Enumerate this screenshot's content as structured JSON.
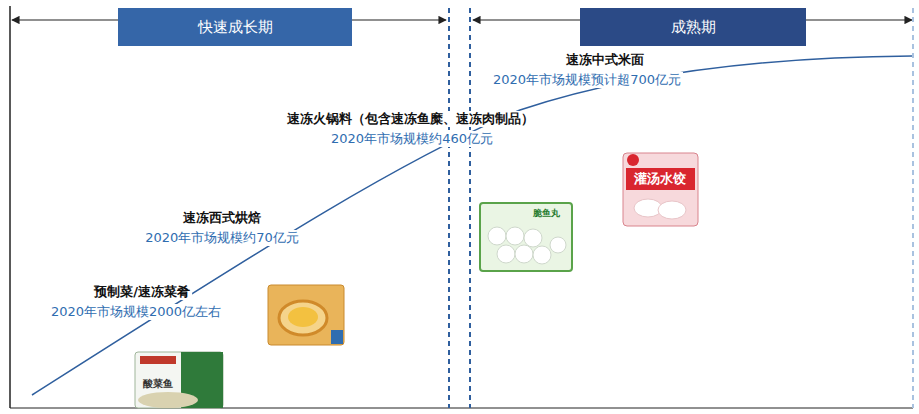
{
  "diagram": {
    "nodes": [
      {
        "text": [
          "快速成长期"
        ]
      },
      {
        "text": [
          "成熟期"
        ]
      }
    ],
    "labels": [
      "速冻中式米面",
      "2020年市场规模预计超700亿元",
      "速冻火锅料（包含速冻鱼糜、速冻肉制品）",
      "2020年市场规模约460亿元",
      "速冻西式烘焙",
      "2020年市场规模约70亿元",
      "预制菜/速冻菜肴",
      "2020年市场规模2000亿左右",
      "灌汤水饺",
      "脆鱼丸",
      "酸菜鱼"
    ]
  }
}
